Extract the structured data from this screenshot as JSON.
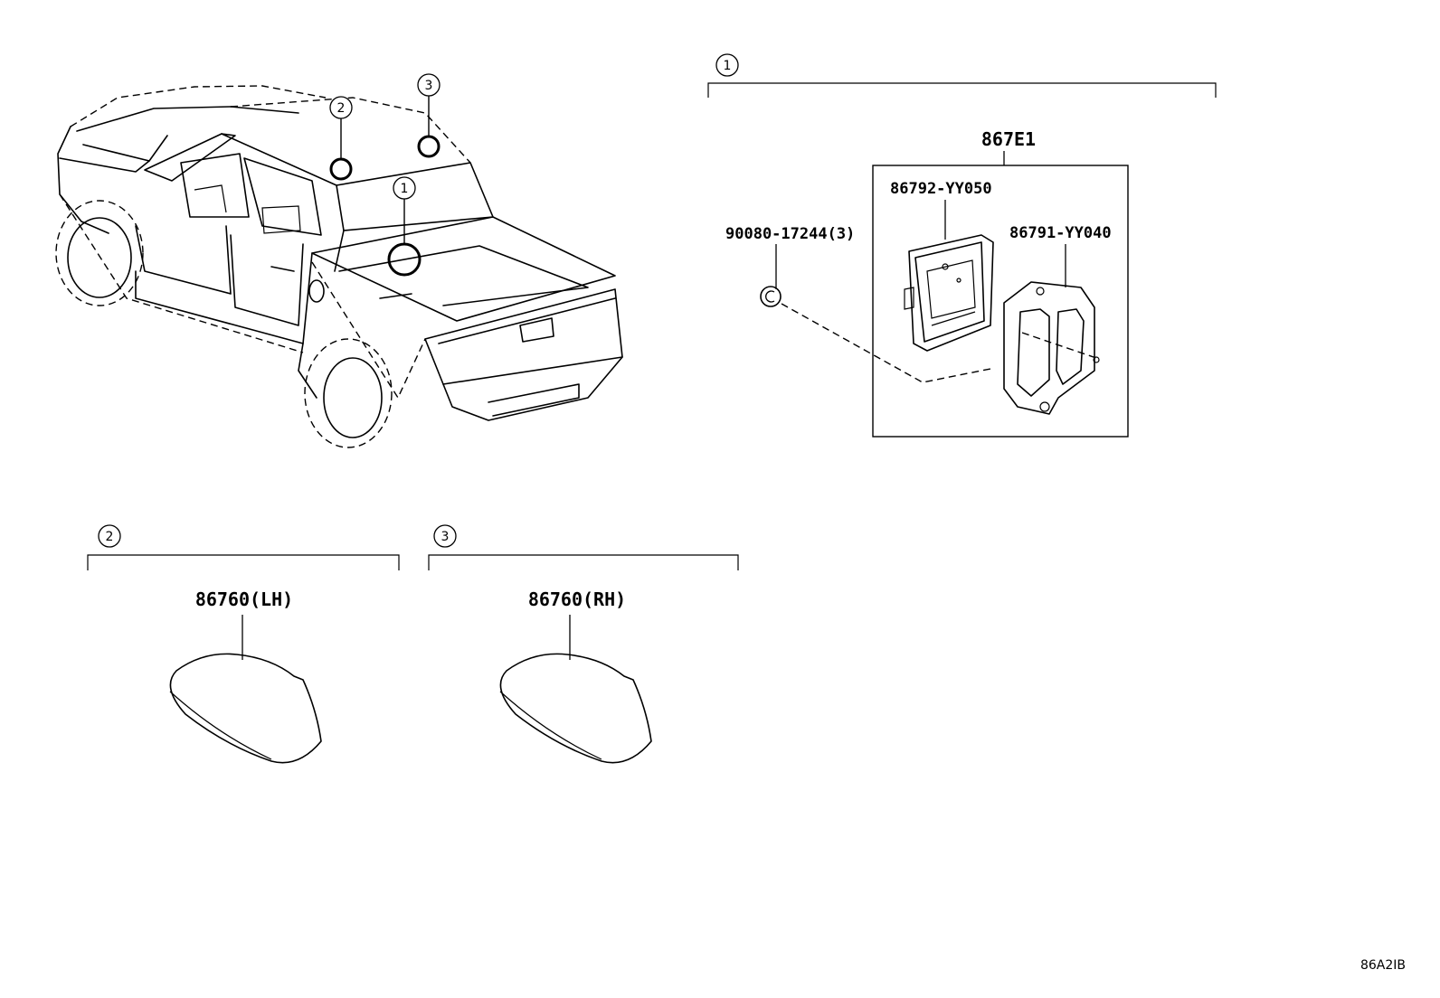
{
  "callouts": {
    "one": "1",
    "two": "2",
    "three": "3"
  },
  "group1": {
    "assembly": "867E1",
    "parts": {
      "clip": "90080-17244(3)",
      "module": "86792-YY050",
      "bracket": "86791-YY040"
    }
  },
  "group2": {
    "part": "86760(LH)"
  },
  "group3": {
    "part": "86760(RH)"
  },
  "figure_ref": "86A2IB"
}
